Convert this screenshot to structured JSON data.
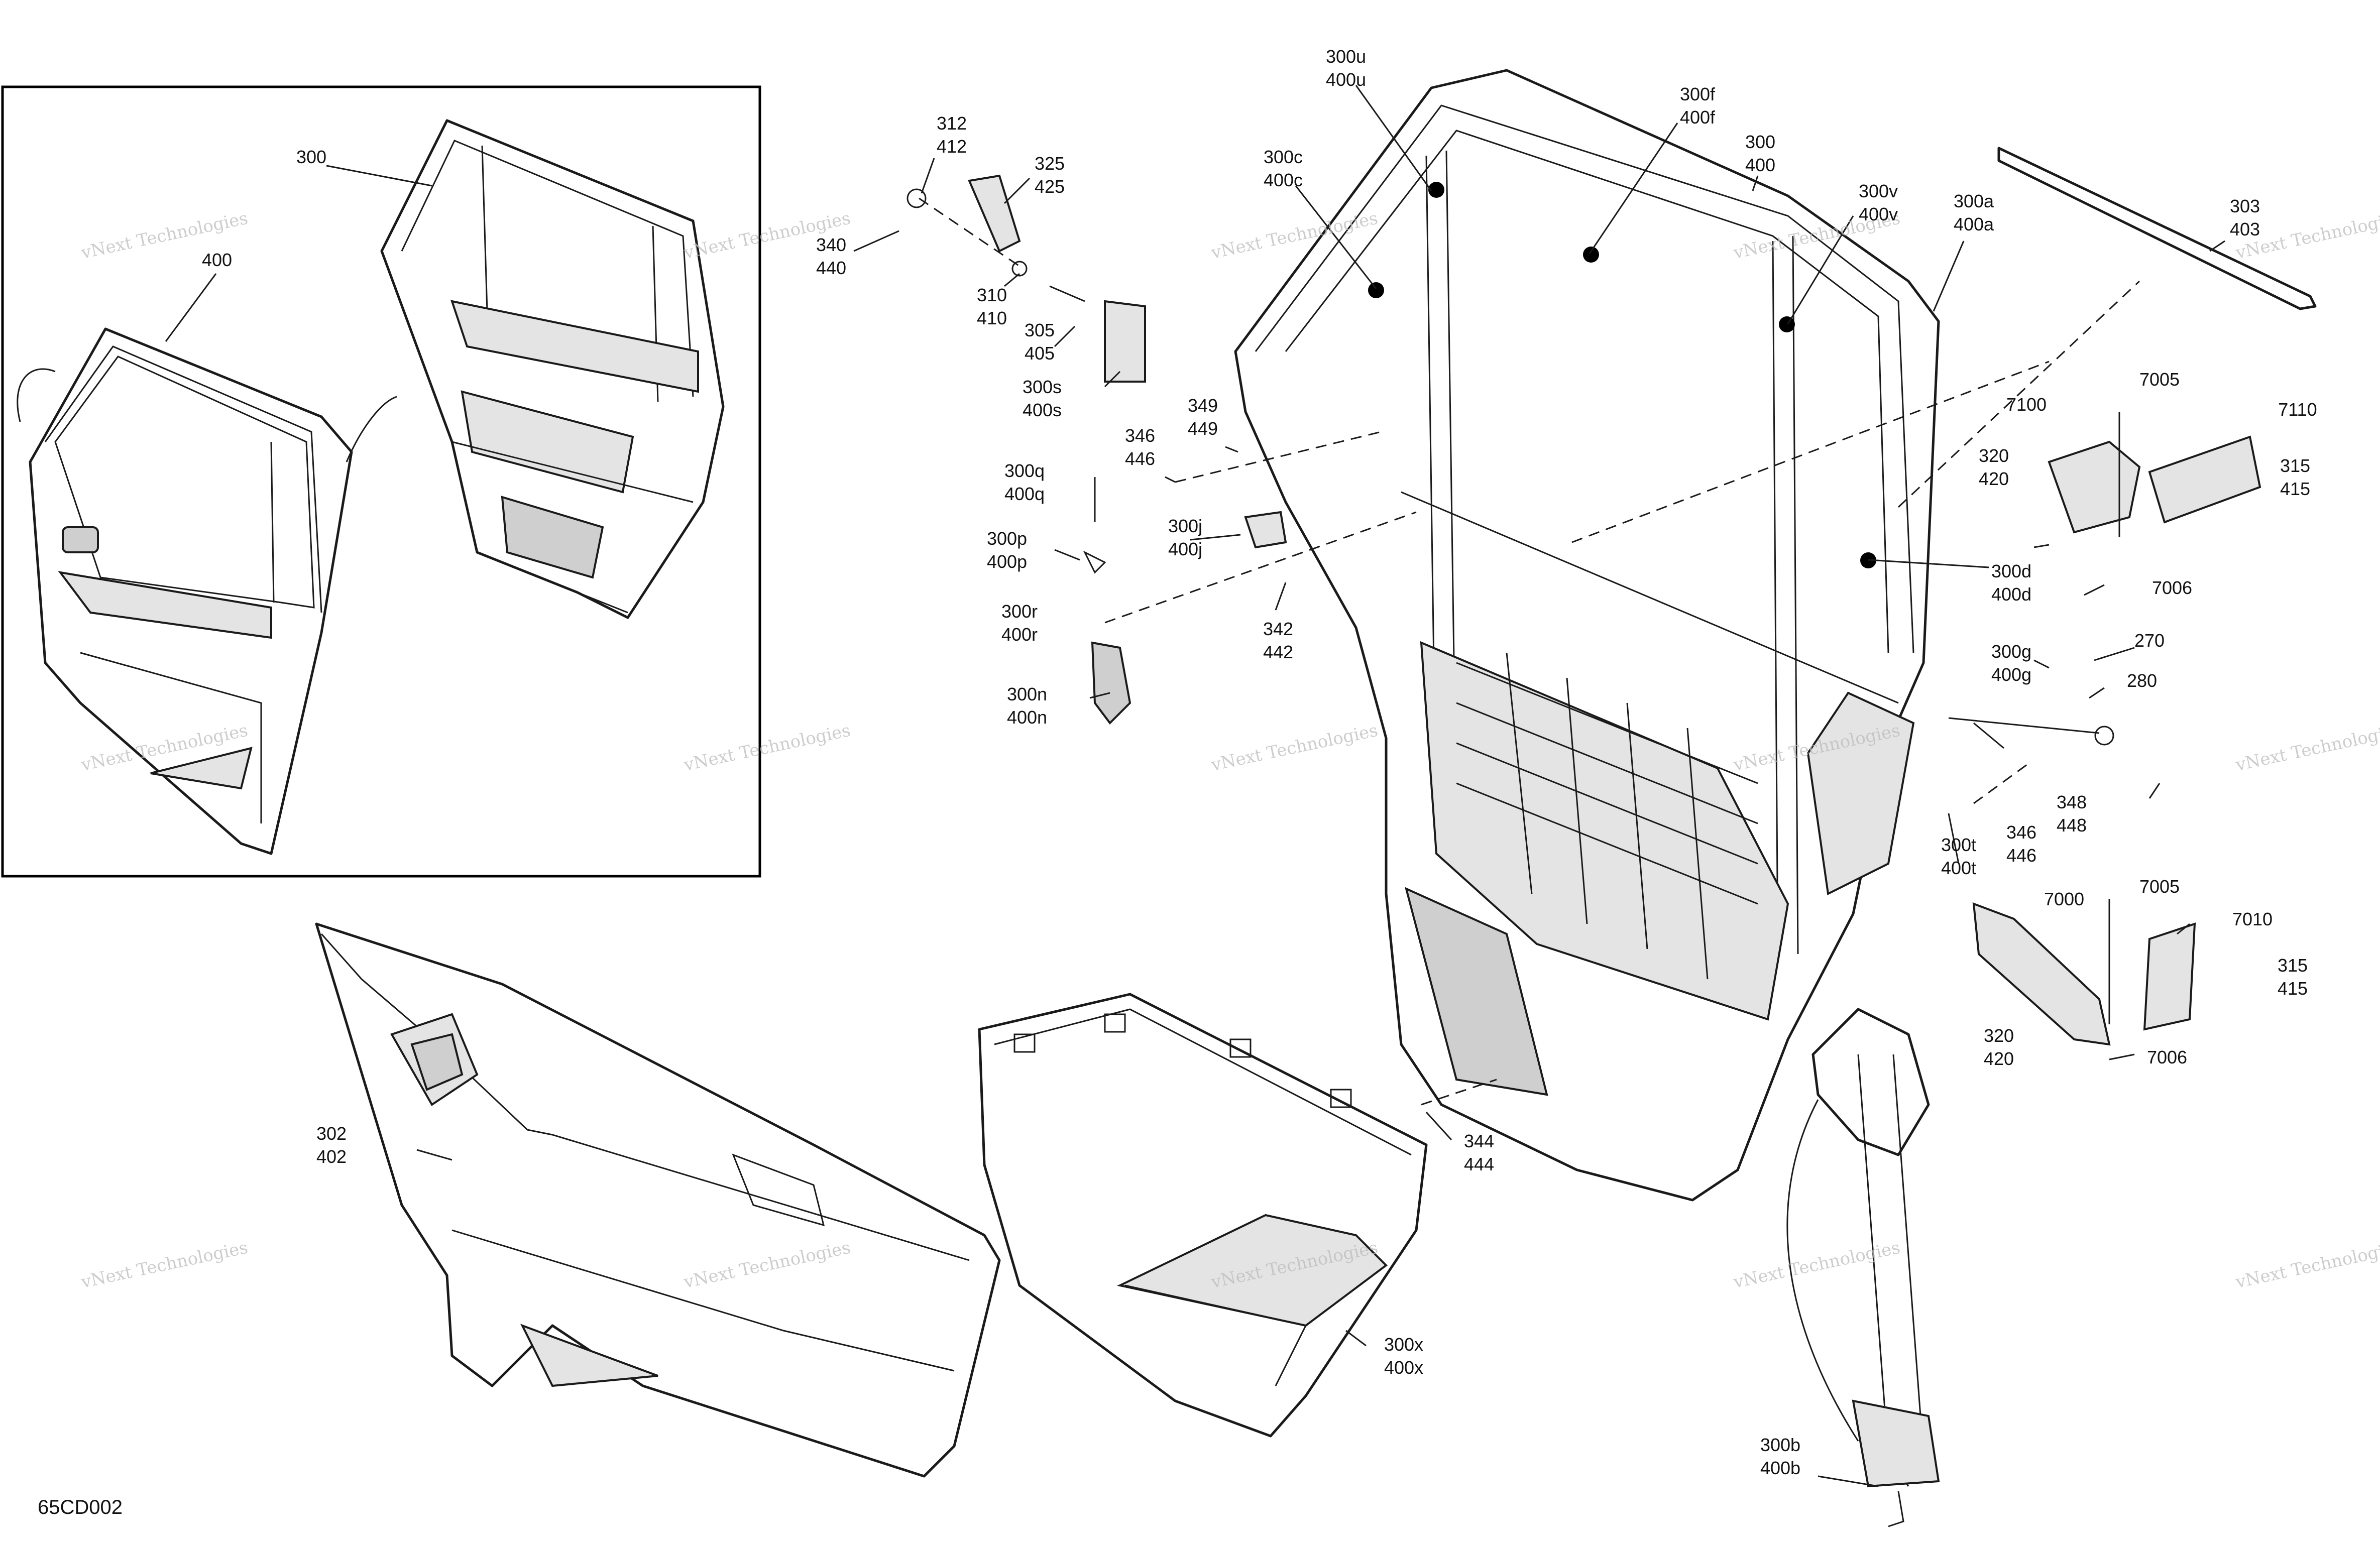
{
  "diagram_code": "65CD002",
  "watermark": "vNext Technologies",
  "callouts": [
    {
      "id": "c-300",
      "lines": [
        "300"
      ]
    },
    {
      "id": "c-400",
      "lines": [
        "400"
      ]
    },
    {
      "id": "c-312",
      "lines": [
        "312",
        "412"
      ]
    },
    {
      "id": "c-325",
      "lines": [
        "325",
        "425"
      ]
    },
    {
      "id": "c-340",
      "lines": [
        "340",
        "440"
      ]
    },
    {
      "id": "c-310",
      "lines": [
        "310",
        "410"
      ]
    },
    {
      "id": "c-305",
      "lines": [
        "305",
        "405"
      ]
    },
    {
      "id": "c-300s",
      "lines": [
        "300s",
        "400s"
      ]
    },
    {
      "id": "c-346a",
      "lines": [
        "346",
        "446"
      ]
    },
    {
      "id": "c-349",
      "lines": [
        "349",
        "449"
      ]
    },
    {
      "id": "c-300q",
      "lines": [
        "300q",
        "400q"
      ]
    },
    {
      "id": "c-300j",
      "lines": [
        "300j",
        "400j"
      ]
    },
    {
      "id": "c-300p",
      "lines": [
        "300p",
        "400p"
      ]
    },
    {
      "id": "c-300r",
      "lines": [
        "300r",
        "400r"
      ]
    },
    {
      "id": "c-342",
      "lines": [
        "342",
        "442"
      ]
    },
    {
      "id": "c-300n",
      "lines": [
        "300n",
        "400n"
      ]
    },
    {
      "id": "c-300u",
      "lines": [
        "300u",
        "400u"
      ]
    },
    {
      "id": "c-300c",
      "lines": [
        "300c",
        "400c"
      ]
    },
    {
      "id": "c-300f",
      "lines": [
        "300f",
        "400f"
      ]
    },
    {
      "id": "c-300-main",
      "lines": [
        "300",
        "400"
      ]
    },
    {
      "id": "c-300v",
      "lines": [
        "300v",
        "400v"
      ]
    },
    {
      "id": "c-300a",
      "lines": [
        "300a",
        "400a"
      ]
    },
    {
      "id": "c-303",
      "lines": [
        "303",
        "403"
      ]
    },
    {
      "id": "c-7005a",
      "lines": [
        "7005"
      ]
    },
    {
      "id": "c-7100",
      "lines": [
        "7100"
      ]
    },
    {
      "id": "c-7110",
      "lines": [
        "7110"
      ]
    },
    {
      "id": "c-320a",
      "lines": [
        "320",
        "420"
      ]
    },
    {
      "id": "c-315a",
      "lines": [
        "315",
        "415"
      ]
    },
    {
      "id": "c-7006a",
      "lines": [
        "7006"
      ]
    },
    {
      "id": "c-300d",
      "lines": [
        "300d",
        "400d"
      ]
    },
    {
      "id": "c-270",
      "lines": [
        "270"
      ]
    },
    {
      "id": "c-300g",
      "lines": [
        "300g",
        "400g"
      ]
    },
    {
      "id": "c-280",
      "lines": [
        "280"
      ]
    },
    {
      "id": "c-348",
      "lines": [
        "348",
        "448"
      ]
    },
    {
      "id": "c-346b",
      "lines": [
        "346",
        "446"
      ]
    },
    {
      "id": "c-300t",
      "lines": [
        "300t",
        "400t"
      ]
    },
    {
      "id": "c-7000",
      "lines": [
        "7000"
      ]
    },
    {
      "id": "c-7005b",
      "lines": [
        "7005"
      ]
    },
    {
      "id": "c-7010",
      "lines": [
        "7010"
      ]
    },
    {
      "id": "c-315b",
      "lines": [
        "315",
        "415"
      ]
    },
    {
      "id": "c-320b",
      "lines": [
        "320",
        "420"
      ]
    },
    {
      "id": "c-7006b",
      "lines": [
        "7006"
      ]
    },
    {
      "id": "c-302",
      "lines": [
        "302",
        "402"
      ]
    },
    {
      "id": "c-344",
      "lines": [
        "344",
        "444"
      ]
    },
    {
      "id": "c-300x",
      "lines": [
        "300x",
        "400x"
      ]
    },
    {
      "id": "c-300b",
      "lines": [
        "300b",
        "400b"
      ]
    }
  ]
}
